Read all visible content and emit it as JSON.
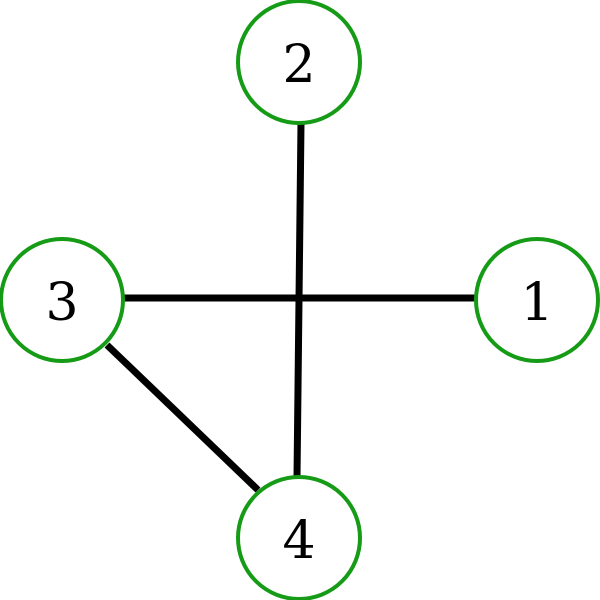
{
  "graph": {
    "edge_color": "#000000",
    "node_stroke_color": "#169b16",
    "node_fill_color": "#ffffff",
    "nodes": [
      {
        "id": "1",
        "label": "1"
      },
      {
        "id": "2",
        "label": "2"
      },
      {
        "id": "3",
        "label": "3"
      },
      {
        "id": "4",
        "label": "4"
      }
    ],
    "edges": [
      {
        "from": "2",
        "to": "4"
      },
      {
        "from": "3",
        "to": "1"
      },
      {
        "from": "3",
        "to": "4"
      }
    ]
  }
}
